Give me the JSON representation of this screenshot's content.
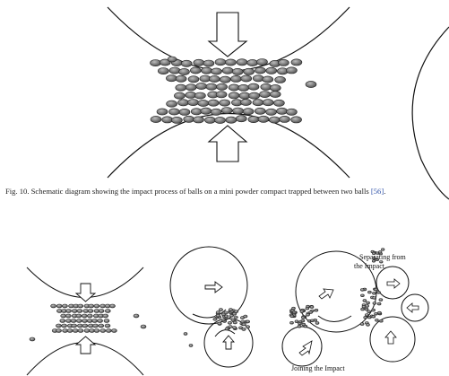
{
  "figure": {
    "caption_prefix": "Fig. 10. Schematic diagram showing the impact process of balls on a mini powder compact trapped between two balls ",
    "caption_ref": "[56]",
    "caption_suffix": "."
  },
  "labels": {
    "separating": "Separating from",
    "separating_line2": "the Impact",
    "joining": "Joining the Impact"
  }
}
